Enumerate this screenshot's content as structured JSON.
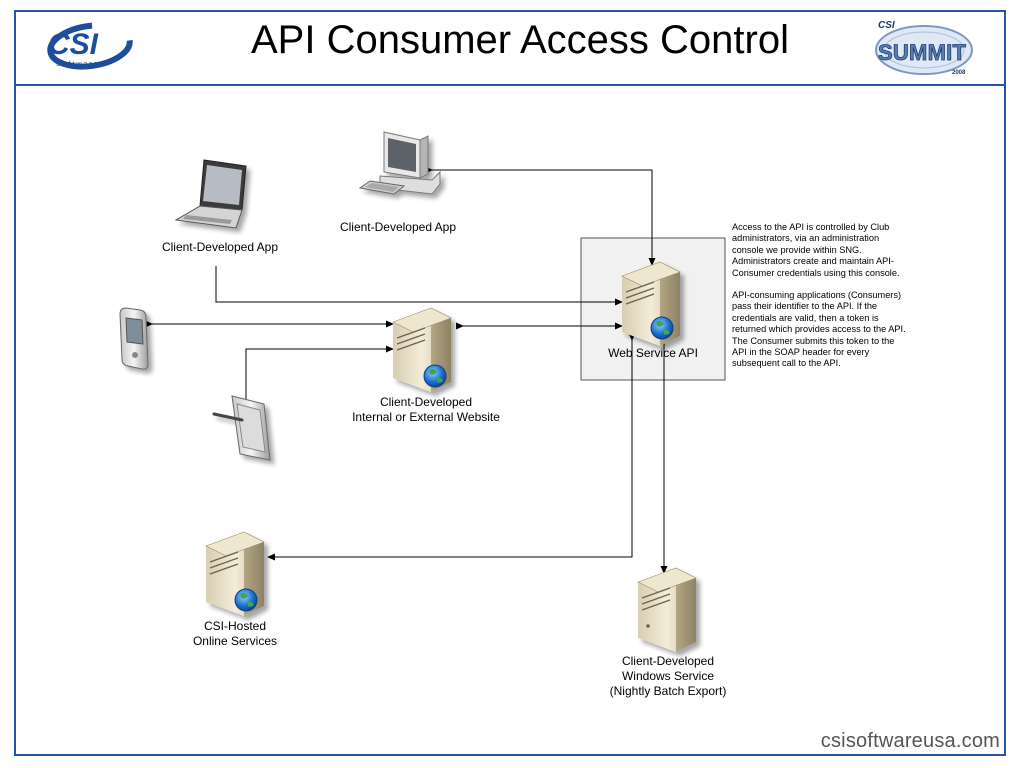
{
  "slide": {
    "title": "API Consumer Access Control",
    "footer_url": "csisoftwareusa.com",
    "colors": {
      "frame": "#2456a4",
      "logo_blue": "#1d4e9b",
      "panel": "#f1f1f1"
    }
  },
  "logos": {
    "csi_logo": {
      "wordmark": "CSI",
      "tagline": "Software",
      "icon": "csi-swoosh-logo"
    },
    "summit_logo": {
      "top": "CSI",
      "main": "SUMMIT",
      "year": "2008",
      "icon": "summit-badge-logo"
    }
  },
  "nodes": {
    "laptop_app": {
      "label": "Client-Developed App",
      "icon": "laptop-icon"
    },
    "desktop_app": {
      "label": "Client-Developed App",
      "icon": "desktop-computer-icon"
    },
    "web_service": {
      "label": "Web Service API",
      "icon": "web-server-icon"
    },
    "website": {
      "label_line1": "Client-Developed",
      "label_line2": "Internal or External Website",
      "icon": "web-server-icon"
    },
    "pda": {
      "icon": "pda-icon"
    },
    "tablet": {
      "icon": "tablet-pen-icon"
    },
    "hosted": {
      "label_line1": "CSI-Hosted",
      "label_line2": "Online Services",
      "icon": "web-server-icon"
    },
    "windows_service": {
      "label_line1": "Client-Developed",
      "label_line2": "Windows Service",
      "label_line3": "(Nightly Batch Export)",
      "icon": "server-tower-icon"
    }
  },
  "note": {
    "paragraph1": "Access to the API is controlled by Club administrators, via an administration console we provide within SNG. Administrators create and maintain API-Consumer credentials using this console.",
    "paragraph2": "API-consuming applications (Consumers) pass their identifier to the API.  If the credentials are valid, then a token is returned which provides access to the API.  The Consumer submits this  token to the API in the SOAP header for every subsequent call to the API."
  }
}
